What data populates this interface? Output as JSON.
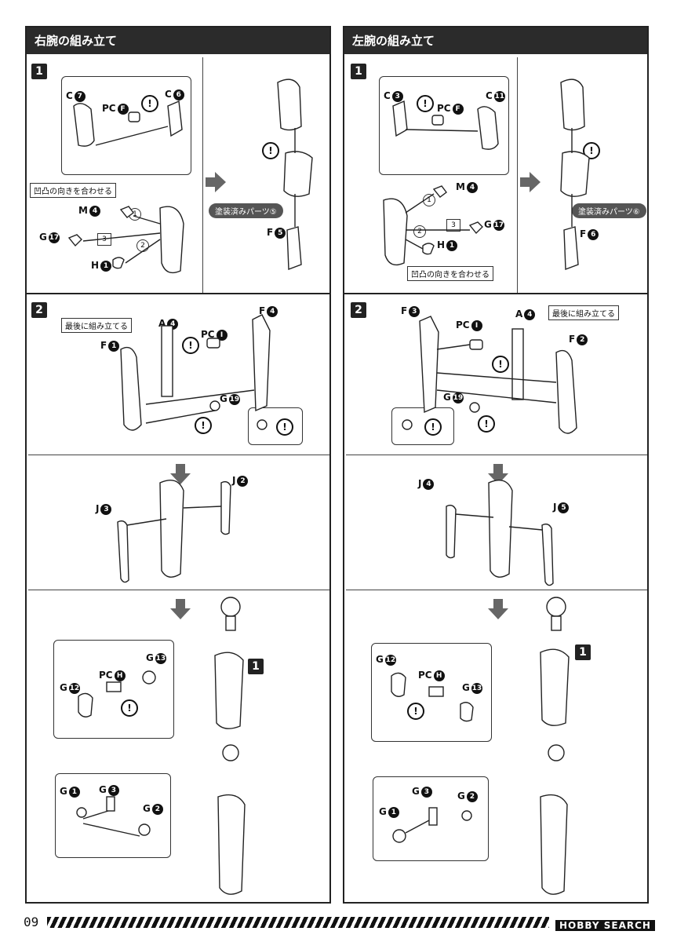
{
  "right_arm": {
    "title": "右腕の組み立て",
    "step1": {
      "num": "1",
      "labels": {
        "c7": "C",
        "c7n": "7",
        "pcf": "PC",
        "pcfn": "F",
        "c6": "C",
        "c6n": "6",
        "m4": "M",
        "m4n": "4",
        "g17": "G",
        "g17n": "17",
        "h1": "H",
        "h1n": "1",
        "f5": "F",
        "f5n": "5"
      },
      "steps": {
        "a": "1",
        "b": "2",
        "c": "3"
      },
      "note": "凹凸の向きを合わせる",
      "painted": "塗装済みパーツ⑤"
    },
    "step2": {
      "num": "2",
      "note": "最後に組み立てる",
      "labels": {
        "a4": "A",
        "a4n": "4",
        "pci": "PC",
        "pcin": "I",
        "f4": "F",
        "f4n": "4",
        "f1": "F",
        "f1n": "1",
        "g19": "G",
        "g19n": "19",
        "j2": "J",
        "j2n": "2",
        "j3": "J",
        "j3n": "3",
        "g13": "G",
        "g13n": "13",
        "pch": "PC",
        "pchn": "H",
        "g12": "G",
        "g12n": "12",
        "g1": "G",
        "g1n": "1",
        "g3": "G",
        "g3n": "3",
        "g2": "G",
        "g2n": "2"
      },
      "sub_step": "1"
    }
  },
  "left_arm": {
    "title": "左腕の組み立て",
    "step1": {
      "num": "1",
      "labels": {
        "c3": "C",
        "c3n": "3",
        "pcf": "PC",
        "pcfn": "F",
        "c11": "C",
        "c11n": "11",
        "m4": "M",
        "m4n": "4",
        "g17": "G",
        "g17n": "17",
        "h1": "H",
        "h1n": "1",
        "f6": "F",
        "f6n": "6"
      },
      "steps": {
        "a": "1",
        "b": "2",
        "c": "3"
      },
      "note": "凹凸の向きを合わせる",
      "painted": "塗装済みパーツ⑥"
    },
    "step2": {
      "num": "2",
      "note": "最後に組み立てる",
      "labels": {
        "f3": "F",
        "f3n": "3",
        "pci": "PC",
        "pcin": "I",
        "a4": "A",
        "a4n": "4",
        "f2": "F",
        "f2n": "2",
        "g19": "G",
        "g19n": "19",
        "j4": "J",
        "j4n": "4",
        "j5": "J",
        "j5n": "5",
        "g12": "G",
        "g12n": "12",
        "pch": "PC",
        "pchn": "H",
        "g13": "G",
        "g13n": "13",
        "g3": "G",
        "g3n": "3",
        "g1": "G",
        "g1n": "1",
        "g2": "G",
        "g2n": "2"
      },
      "sub_step": "1"
    }
  },
  "excl": "!",
  "footer": {
    "page": "09",
    "watermark": "HOBBY SEARCH"
  }
}
